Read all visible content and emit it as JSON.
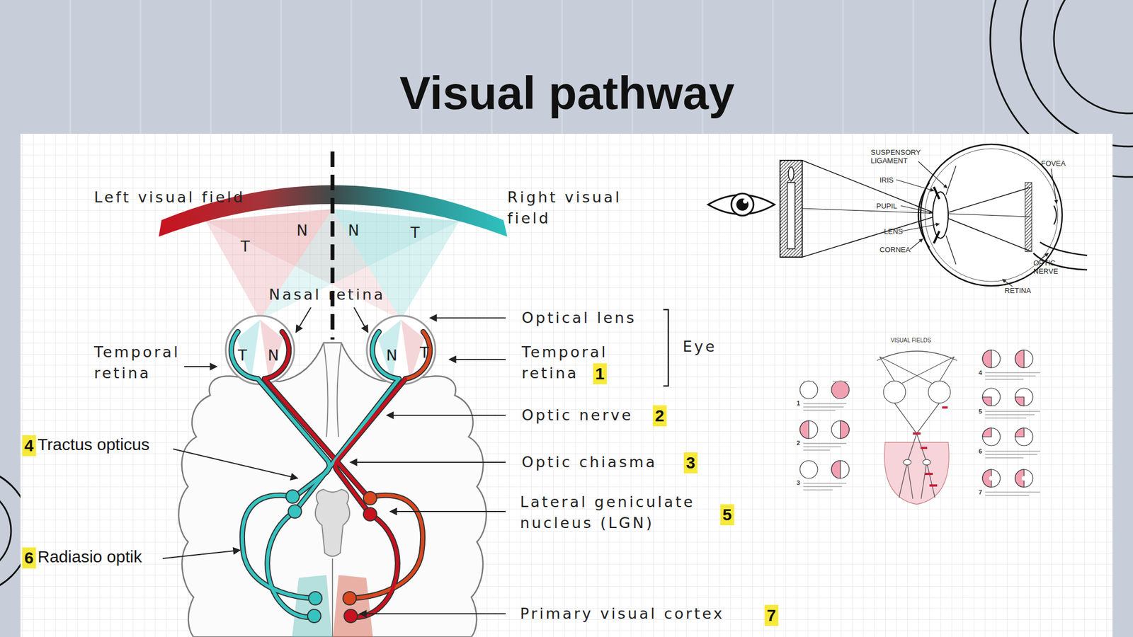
{
  "diagram": {
    "title": "Visual pathway",
    "labels": [
      "Left visual field",
      "Right visual field",
      "T",
      "N",
      "N",
      "T",
      "Nasal retina",
      "Optical lens",
      "Eye",
      "Temporal retina",
      "T",
      "N",
      "N",
      "T",
      "Temporal retina",
      "1",
      "Optic nerve",
      "2",
      "4",
      "Tractus opticus",
      "Optic chiasma",
      "3",
      "Lateral geniculate nucleus (LGN)",
      "5",
      "6",
      "Radiasio optik",
      "Primary visual cortex",
      "7",
      "SUSPENSORY LIGAMENT",
      "IRIS",
      "PUPIL",
      "LENS",
      "CORNEA",
      "FOVEA",
      "OPTIC NERVE",
      "RETINA",
      "VISUAL FIELDS",
      "1",
      "2",
      "3",
      "4",
      "5",
      "6",
      "7"
    ]
  }
}
